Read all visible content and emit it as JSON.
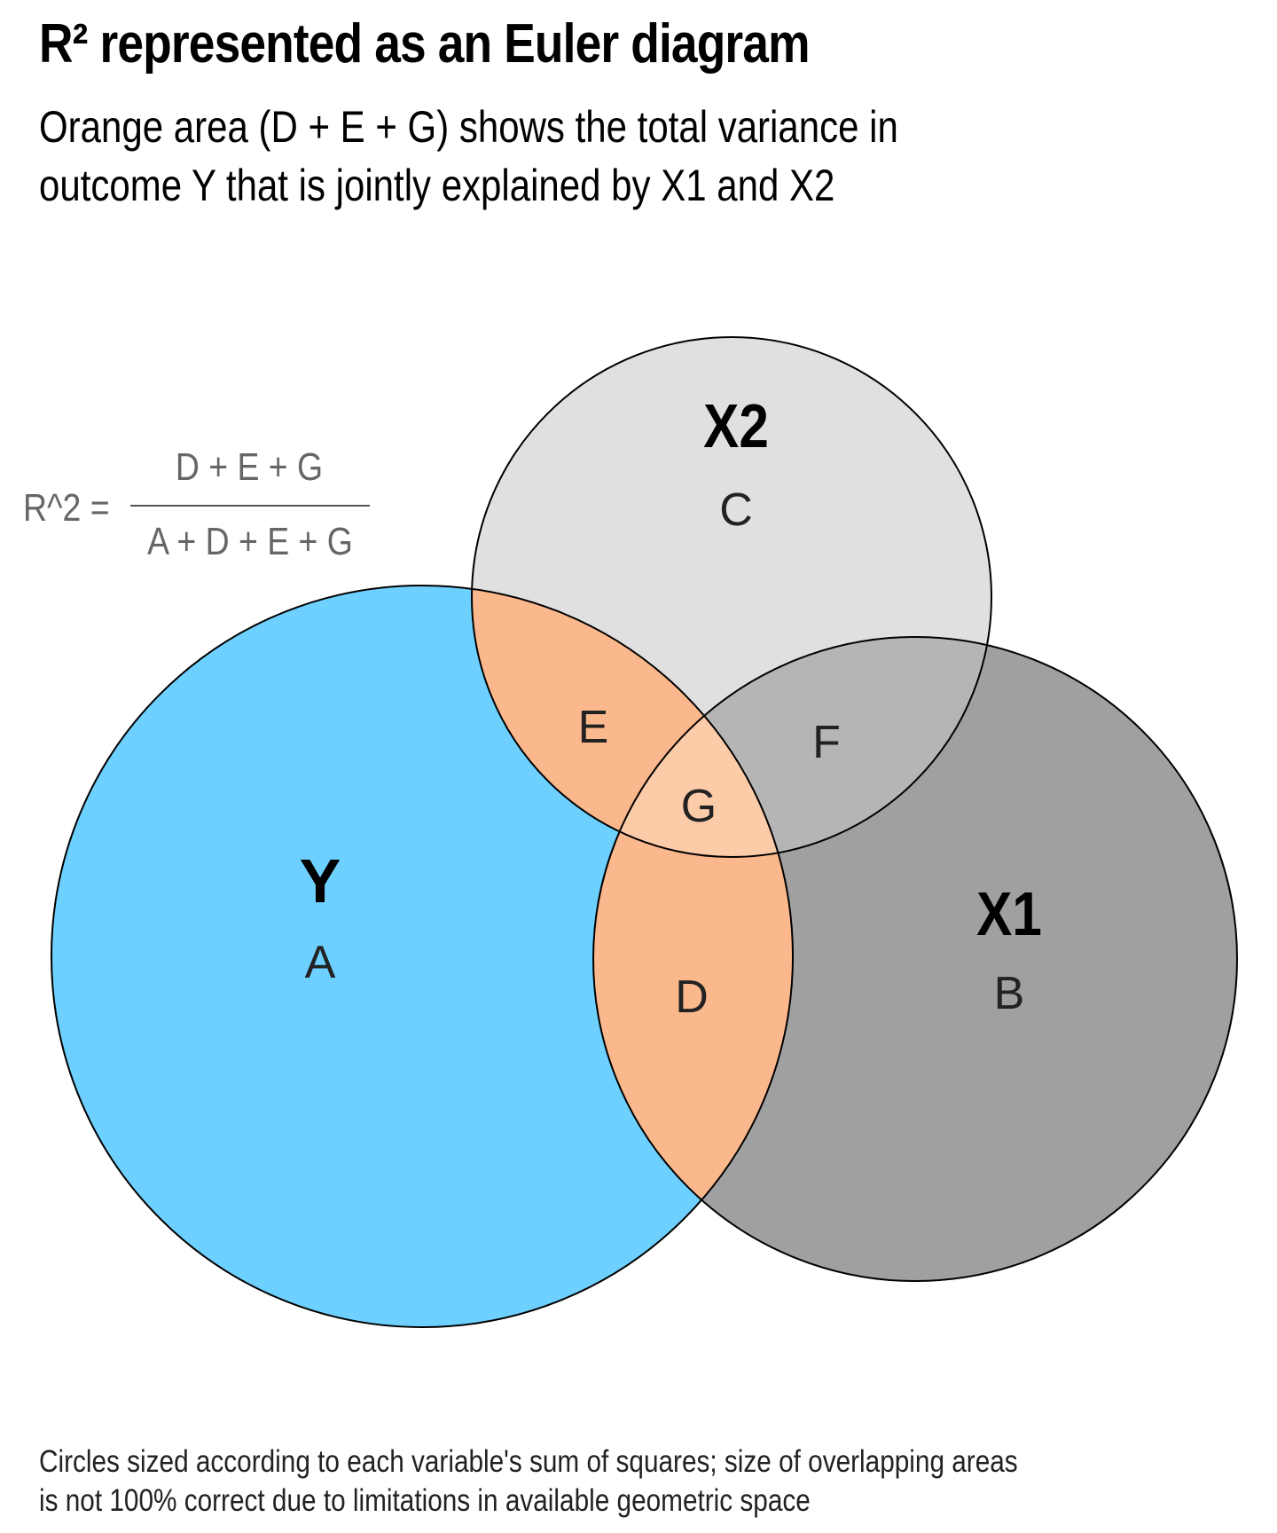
{
  "title": "R² represented as an Euler diagram",
  "subtitle": {
    "line1": "Orange area (D + E + G) shows the total variance in",
    "line2": "outcome Y that is jointly explained by X1 and X2"
  },
  "formula": {
    "lhs": "R^2 =",
    "numerator": "D + E + G",
    "denominator": "A + D + E + G"
  },
  "circles": {
    "y": {
      "name": "Y",
      "region": "A",
      "color": "#6ed0ff"
    },
    "x1": {
      "name": "X1",
      "region": "B",
      "color": "#a0a0a0"
    },
    "x2": {
      "name": "X2",
      "region": "C",
      "color": "#e0e0e0"
    }
  },
  "regions": {
    "d": {
      "label": "D",
      "color": "#fbb88d"
    },
    "e": {
      "label": "E",
      "color": "#fbb88d"
    },
    "f": {
      "label": "F",
      "color": "#b5b5b5"
    },
    "g": {
      "label": "G",
      "color": "#fccba8"
    }
  },
  "caption": {
    "line1": "Circles sized according to each variable's sum of squares; size of overlapping areas",
    "line2": "is not 100% correct due to limitations in available geometric space"
  }
}
